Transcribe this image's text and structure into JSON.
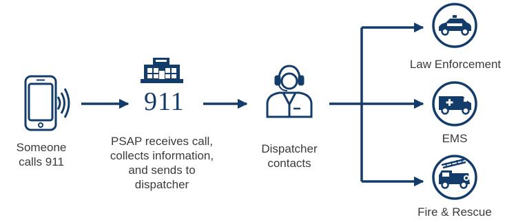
{
  "colors": {
    "primary": "#143c6b",
    "text": "#3a3a3a",
    "background": "#ffffff"
  },
  "steps": {
    "caller": {
      "icon": "smartphone-signal-icon",
      "lines": [
        "Someone",
        "calls 911"
      ]
    },
    "psap": {
      "icon": "building-icon",
      "number": "911",
      "lines": [
        "PSAP receives call,",
        "collects information,",
        "and sends to",
        "dispatcher"
      ]
    },
    "dispatcher": {
      "icon": "dispatcher-headset-icon",
      "lines": [
        "Dispatcher",
        "contacts"
      ]
    }
  },
  "responders": [
    {
      "icon": "police-car-icon",
      "label": "Law Enforcement"
    },
    {
      "icon": "ambulance-icon",
      "label": "EMS"
    },
    {
      "icon": "fire-truck-icon",
      "label": "Fire & Rescue"
    }
  ]
}
